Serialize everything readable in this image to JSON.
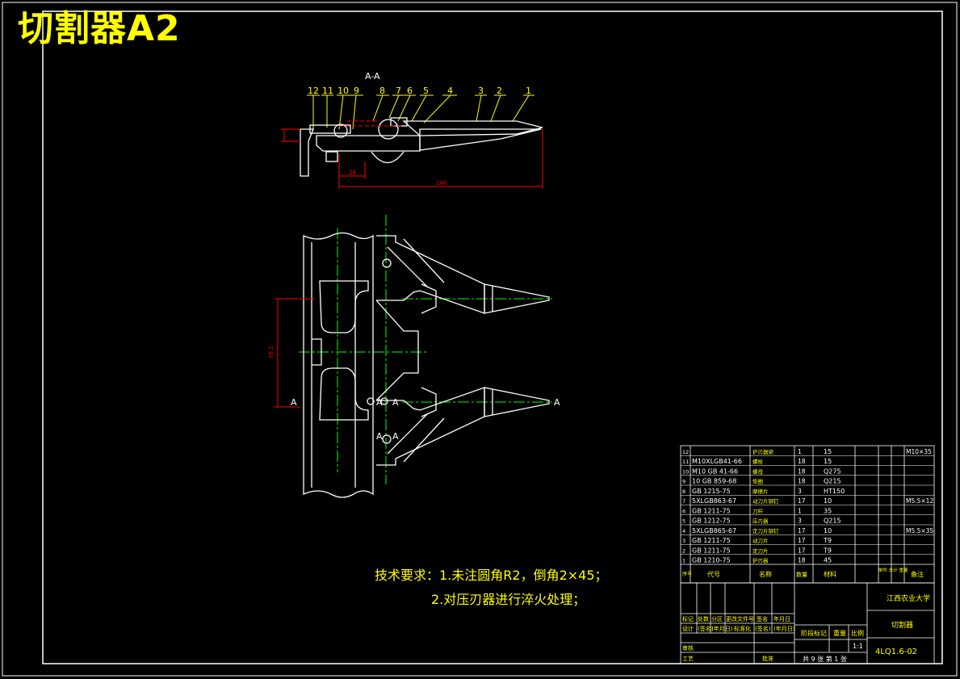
{
  "header": {
    "title": "切割器A2"
  },
  "section": {
    "label": "A-A",
    "dim_short": "28",
    "dim_long": "146",
    "dim_vertical": "76.2"
  },
  "balloons": [
    "12",
    "11",
    "10",
    "9",
    "8",
    "7",
    "6",
    "5",
    "4",
    "3",
    "2",
    "1"
  ],
  "section_marks": {
    "a": "A"
  },
  "tech_requirements": {
    "line1": "技术要求：1.未注圆角R2，倒角2×45；",
    "line2": "2.对压刃器进行淬火处理；"
  },
  "bom": {
    "rows": [
      {
        "no": "12",
        "code": "",
        "name": "护刃器梁",
        "qty": "1",
        "material": "15",
        "note": "M10×35"
      },
      {
        "no": "11",
        "code": "M10XLGB41-66",
        "name": "螺栓",
        "qty": "18",
        "material": "15",
        "note": ""
      },
      {
        "no": "10",
        "code": "M10 GB 41-66",
        "name": "螺母",
        "qty": "18",
        "material": "Q275",
        "note": ""
      },
      {
        "no": "9",
        "code": "10 GB 859-68",
        "name": "垫圈",
        "qty": "18",
        "material": "Q215",
        "note": ""
      },
      {
        "no": "8",
        "code": "GB 1215-75",
        "name": "摩擦片",
        "qty": "3",
        "material": "HT150",
        "note": ""
      },
      {
        "no": "7",
        "code": "5XLGB863-67",
        "name": "动刀片铆钉",
        "qty": "17",
        "material": "10",
        "note": "M5.5×12"
      },
      {
        "no": "6",
        "code": "GB 1211-75",
        "name": "刀杆",
        "qty": "1",
        "material": "35",
        "note": ""
      },
      {
        "no": "5",
        "code": "GB 1212-75",
        "name": "压刃器",
        "qty": "3",
        "material": "Q215",
        "note": ""
      },
      {
        "no": "4",
        "code": "5XLGB865-67",
        "name": "定刀片铆钉",
        "qty": "17",
        "material": "10",
        "note": "M5.5×35"
      },
      {
        "no": "3",
        "code": "GB 1211-75",
        "name": "动刀片",
        "qty": "17",
        "material": "T9",
        "note": ""
      },
      {
        "no": "2",
        "code": "GB 1211-75",
        "name": "定刀片",
        "qty": "17",
        "material": "T9",
        "note": ""
      },
      {
        "no": "1",
        "code": "GB 1210-75",
        "name": "护刃器",
        "qty": "18",
        "material": "45",
        "note": ""
      }
    ],
    "header": {
      "no": "序号",
      "code": "代号",
      "name": "名称",
      "qty": "数量",
      "material": "材料",
      "weight": "单件 总计 重量",
      "note": "备注"
    }
  },
  "title_block": {
    "school": "江西农业大学",
    "part_name": "切割器",
    "drawing_no": "4LQ1.6-02",
    "scale": "1:1",
    "sheets": "共 9 张 第 1 张",
    "stage_mark": "阶段标记",
    "weight": "重量",
    "ratio": "比例",
    "rev_row1": [
      "标记",
      "处数",
      "分区",
      "更改文件号",
      "签名",
      "年月日"
    ],
    "rev_row2": [
      "设计",
      "(签名)",
      "(年月日)",
      "标准化",
      "(签名)",
      "(年月日)"
    ],
    "review": "审核",
    "process": "工艺",
    "approve": "批准"
  }
}
